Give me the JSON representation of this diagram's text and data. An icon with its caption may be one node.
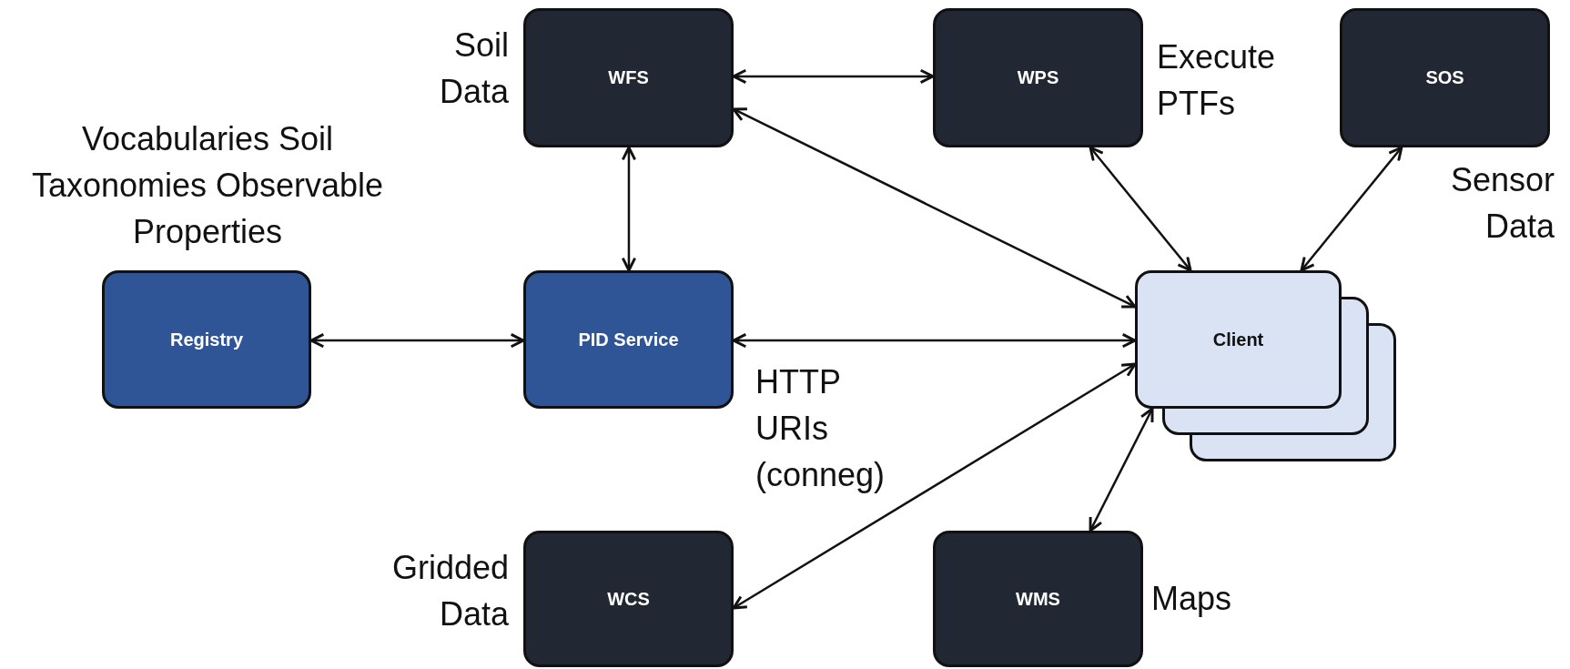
{
  "diagram": {
    "nodes": [
      {
        "text": [
          "WFS"
        ],
        "beside": [
          "Soil Data"
        ]
      },
      {
        "text": [
          "WPS"
        ],
        "beside": [
          "Execute PTFs"
        ]
      },
      {
        "text": [
          "SOS"
        ],
        "beside": [
          "Sensor Data"
        ]
      },
      {
        "text": [
          "Registry"
        ],
        "beside": [
          "Vocabularies Soil Taxonomies Observable Properties"
        ]
      },
      {
        "text": [
          "PID Service"
        ]
      },
      {
        "text": [
          "Client"
        ]
      },
      {
        "text": [
          "WCS"
        ],
        "beside": [
          "Gridded Data"
        ]
      },
      {
        "text": [
          "WMS"
        ],
        "beside": [
          "Maps"
        ]
      }
    ],
    "edges": [
      {
        "from": 0,
        "to": 1,
        "arrow": "both"
      },
      {
        "from": 0,
        "to": 4,
        "arrow": "both"
      },
      {
        "from": 3,
        "to": 4,
        "arrow": "both"
      },
      {
        "from": 4,
        "to": 5,
        "arrow": "both"
      },
      {
        "from": 0,
        "to": 5,
        "arrow": "both"
      },
      {
        "from": 1,
        "to": 5,
        "arrow": "both"
      },
      {
        "from": 2,
        "to": 5,
        "arrow": "both"
      },
      {
        "from": 6,
        "to": 5,
        "arrow": "both"
      },
      {
        "from": 7,
        "to": 5,
        "arrow": "both"
      }
    ],
    "labels": [
      "HTTP URIs (conneg)"
    ]
  }
}
